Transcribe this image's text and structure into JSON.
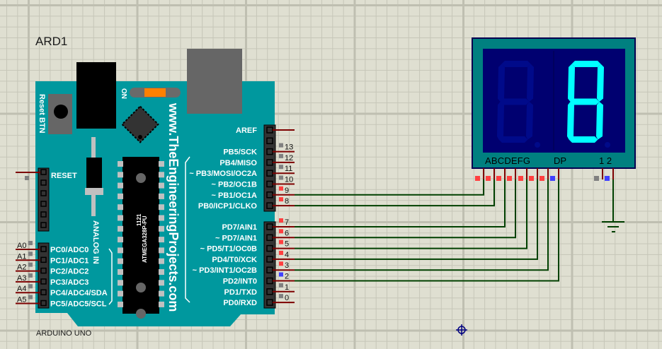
{
  "app": "Proteus ISIS schematic capture",
  "arduino": {
    "ref": "ARD1",
    "name": "ARDUINO UNO",
    "reset_btn_label": "Reset BTN",
    "on_label": "ON",
    "analog_label": "ANALOG IN",
    "chip_label": "ATMEGA328P-PU",
    "chip_code": "1121",
    "website": "www.TheEngineeringProjects.com",
    "reset_label": "RESET",
    "colors": {
      "board": "#00989e",
      "wire_red": "#7d0000",
      "wire_green": "#004000"
    },
    "digital_top": [
      {
        "label": "AREF",
        "num": "",
        "state": "none"
      },
      {
        "label": "",
        "num": "",
        "state": "none"
      },
      {
        "label": "PB5/SCK",
        "num": "13",
        "state": "gray"
      },
      {
        "label": "PB4/MISO",
        "num": "12",
        "state": "gray"
      },
      {
        "label": "~ PB3/MOSI/OC2A",
        "num": "11",
        "state": "gray"
      },
      {
        "label": "~ PB2/OC1B",
        "num": "10",
        "state": "gray"
      },
      {
        "label": "~ PB1/OC1A",
        "num": "9",
        "state": "red"
      },
      {
        "label": "PB0/ICP1/CLKO",
        "num": "8",
        "state": "red"
      }
    ],
    "digital_bottom": [
      {
        "label": "PD7/AIN1",
        "num": "7",
        "state": "red"
      },
      {
        "label": "~ PD7/AIN1",
        "num": "6",
        "state": "red"
      },
      {
        "label": "~ PD5/T1/OC0B",
        "num": "5",
        "state": "red"
      },
      {
        "label": "PD4/T0/XCK",
        "num": "4",
        "state": "red"
      },
      {
        "label": "~ PD3/INT1/OC2B",
        "num": "3",
        "state": "red"
      },
      {
        "label": "PD2/INT0",
        "num": "2",
        "state": "blue"
      },
      {
        "label": "PD1/TXD",
        "num": "1",
        "state": "gray"
      },
      {
        "label": "PD0/RXD",
        "num": "0",
        "state": "gray"
      }
    ],
    "analog": [
      {
        "label": "PC0/ADC0",
        "num": "A0"
      },
      {
        "label": "PC1/ADC1",
        "num": "A1"
      },
      {
        "label": "PC2/ADC2",
        "num": "A2"
      },
      {
        "label": "PC3/ADC3",
        "num": "A3"
      },
      {
        "label": "PC4/ADC4/SDA",
        "num": "A4"
      },
      {
        "label": "PC5/ADC5/SCL",
        "num": "A5"
      }
    ]
  },
  "display": {
    "segment_label": "ABCDEFG",
    "dp_label": "DP",
    "digit_label": "1 2",
    "digit1_lit": [],
    "digit2_lit": [
      "a",
      "b",
      "c",
      "d",
      "e",
      "f",
      "g"
    ],
    "colors": {
      "frame": "#008080",
      "panel": "#000070",
      "lit": "#00ffff",
      "dim": "#000a8a"
    },
    "pin_states": [
      "red",
      "red",
      "red",
      "red",
      "red",
      "red",
      "red",
      "blue"
    ],
    "common_pin_states": [
      "gray",
      "blue"
    ]
  },
  "connections": [
    {
      "from": "9",
      "to": "A"
    },
    {
      "from": "8",
      "to": "B"
    },
    {
      "from": "7",
      "to": "C"
    },
    {
      "from": "6",
      "to": "D"
    },
    {
      "from": "5",
      "to": "E"
    },
    {
      "from": "4",
      "to": "F"
    },
    {
      "from": "3",
      "to": "G"
    },
    {
      "from": "2",
      "to": "DP"
    }
  ],
  "state_colors": {
    "red": "#ff4040",
    "blue": "#4040ff",
    "gray": "#808080"
  }
}
